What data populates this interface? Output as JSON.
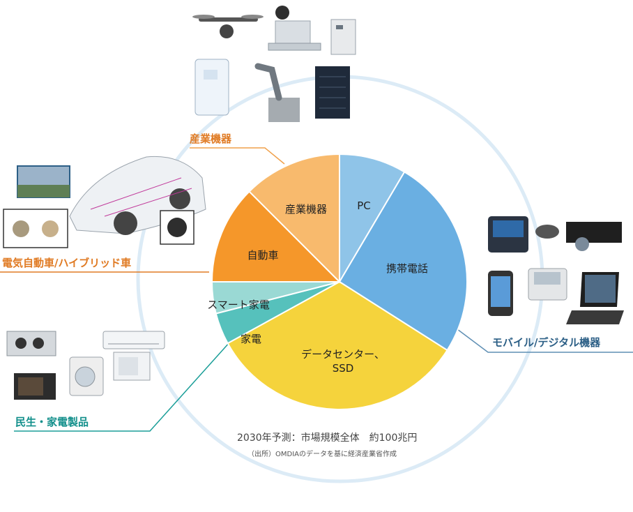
{
  "chart_data": {
    "type": "pie",
    "slices": [
      {
        "label": "PC",
        "value": 8.5,
        "color": "#8fc4e8"
      },
      {
        "label": "携帯電話",
        "value": 25.5,
        "color": "#6aafe2"
      },
      {
        "label": "データセンター、SSD",
        "value": 33,
        "color": "#f5d33c"
      },
      {
        "label": "家電",
        "value": 4,
        "color": "#56c1bc"
      },
      {
        "label": "スマート家電",
        "value": 4,
        "color": "#9ad9d4"
      },
      {
        "label": "自動車",
        "value": 12.5,
        "color": "#f5972a"
      },
      {
        "label": "産業機器",
        "value": 12.5,
        "color": "#f8ba6d"
      }
    ]
  },
  "categories": {
    "industrial": "産業機器",
    "automotive": "電気自動車/ハイブリッド車",
    "mobile": "モバイル/デジタル機器",
    "consumer": "民生・家電製品"
  },
  "caption": "2030年予測：市場規模全体　約100兆円",
  "source": "（出所）OMDIAのデータを基に経済産業省作成"
}
